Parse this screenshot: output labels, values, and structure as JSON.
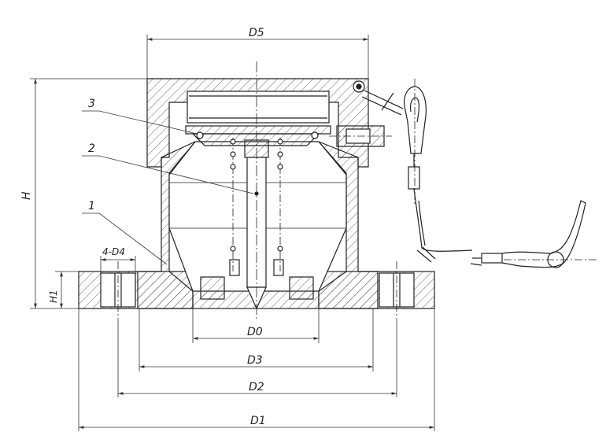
{
  "drawing": {
    "dimensions": {
      "top_width": "D5",
      "overall_height": "H",
      "flange_height": "H1",
      "bolt_holes": "4-D4",
      "bore": "D0",
      "d3": "D3",
      "d2": "D2",
      "d1": "D1"
    },
    "part_callouts": [
      "1",
      "2",
      "3"
    ]
  }
}
